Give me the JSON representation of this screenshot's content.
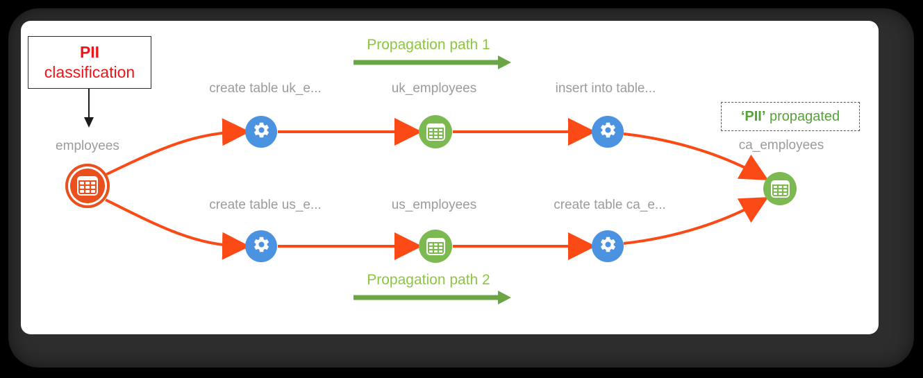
{
  "colors": {
    "edge": "#FB4A16",
    "node-orange": "#EA501E",
    "node-blue": "#4B92E0",
    "node-green": "#7CB951",
    "label-gray": "#9B9B9B",
    "red-text": "#EE1418",
    "green-text": "#8CC63F",
    "green-arrow": "#6BA644",
    "green-anno": "#54A339"
  },
  "diagram": {
    "classification_callout": {
      "line1": "PII",
      "line2": "classification"
    },
    "propagation1": {
      "label": "Propagation path 1"
    },
    "propagation2": {
      "label": "Propagation path 2"
    },
    "propagated_callout": {
      "highlight": "‘PII’",
      "rest": " propagated"
    },
    "nodes": [
      {
        "id": "employees",
        "label": "employees",
        "type": "table-source"
      },
      {
        "id": "create-table-uk",
        "label": "create table uk_e...",
        "type": "process"
      },
      {
        "id": "uk-employees",
        "label": "uk_employees",
        "type": "table"
      },
      {
        "id": "insert-into-table",
        "label": "insert into table...",
        "type": "process"
      },
      {
        "id": "create-table-us",
        "label": "create table us_e...",
        "type": "process"
      },
      {
        "id": "us-employees",
        "label": "us_employees",
        "type": "table"
      },
      {
        "id": "create-table-ca",
        "label": "create table ca_e...",
        "type": "process"
      },
      {
        "id": "ca-employees",
        "label": "ca_employees",
        "type": "table"
      }
    ],
    "edges": [
      [
        "employees",
        "create-table-uk"
      ],
      [
        "create-table-uk",
        "uk-employees"
      ],
      [
        "uk-employees",
        "insert-into-table"
      ],
      [
        "insert-into-table",
        "ca-employees"
      ],
      [
        "employees",
        "create-table-us"
      ],
      [
        "create-table-us",
        "us-employees"
      ],
      [
        "us-employees",
        "create-table-ca"
      ],
      [
        "create-table-ca",
        "ca-employees"
      ]
    ]
  }
}
